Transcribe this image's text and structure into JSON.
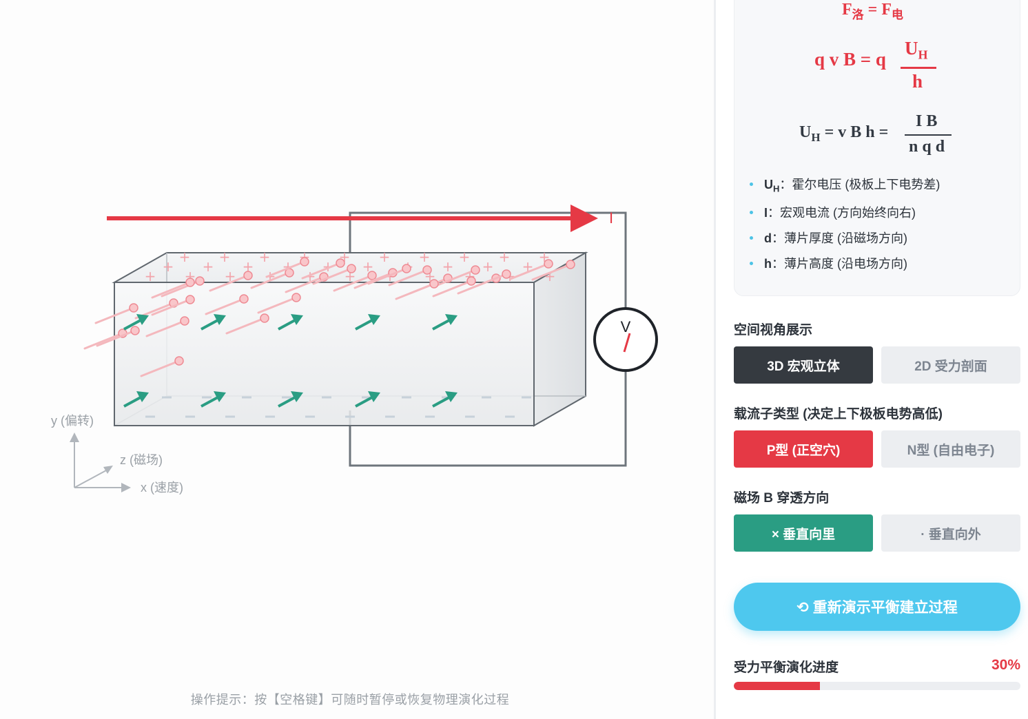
{
  "stage": {
    "hint": "操作提示：按【空格键】可随时暂停或恢复物理演化过程",
    "axes": {
      "y_label": "y (偏转)",
      "z_label": "z (磁场)",
      "x_label": "x (速度)"
    },
    "voltmeter_label": "V",
    "current_label": "I",
    "top_charge_symbol": "+",
    "bottom_charge_symbol": "−"
  },
  "formulas": {
    "f_balance": {
      "left": "F",
      "left_sub": "洛",
      "eq": " = ",
      "right": "F",
      "right_sub": "电"
    },
    "qvb": {
      "lhs": "q v B = q",
      "num": "U",
      "num_sub": "H",
      "den": "h"
    },
    "uh": {
      "lhs": "U",
      "lhs_sub": "H",
      "mid": " = v B h = ",
      "num": "I B",
      "den": "n q d"
    }
  },
  "legend": [
    {
      "symbol": "U",
      "sub": "H",
      "text": "：霍尔电压 (极板上下电势差)"
    },
    {
      "symbol": "I",
      "sub": "",
      "text": "：宏观电流 (方向始终向右)"
    },
    {
      "symbol": "d",
      "sub": "",
      "text": "：薄片厚度 (沿磁场方向)"
    },
    {
      "symbol": "h",
      "sub": "",
      "text": "：薄片高度 (沿电场方向)"
    }
  ],
  "view": {
    "title": "空间视角展示",
    "options": [
      "3D 宏观立体",
      "2D 受力剖面"
    ],
    "selected": "3D 宏观立体"
  },
  "carrier": {
    "title": "载流子类型 (决定上下极板电势高低)",
    "options": [
      "P型 (正空穴)",
      "N型 (自由电子)"
    ],
    "selected": "P型 (正空穴)"
  },
  "field": {
    "title": "磁场 B 穿透方向",
    "options": [
      "× 垂直向里",
      "· 垂直向外"
    ],
    "selected": "× 垂直向里"
  },
  "replay_label": "⟲ 重新演示平衡建立过程",
  "progress": {
    "label": "受力平衡演化进度",
    "value_text": "30%",
    "fraction": 0.3
  },
  "colors": {
    "accent_red": "#e53945",
    "dark_button": "#353a40",
    "teal": "#2a9d83",
    "cyan": "#4ec8ee",
    "inactive": "#eceef1"
  }
}
